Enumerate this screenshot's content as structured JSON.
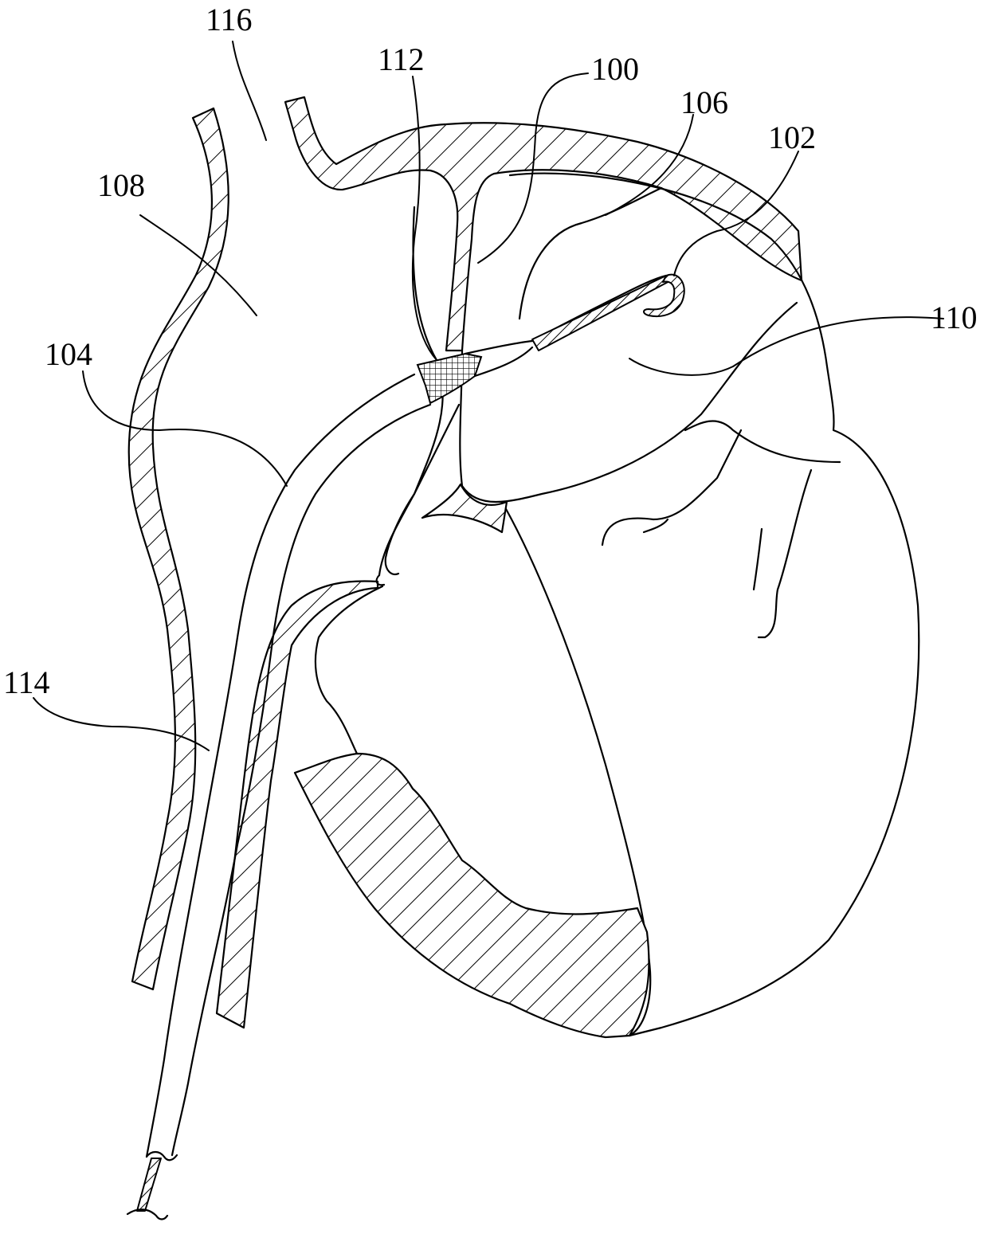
{
  "colors": {
    "ink": "#000000",
    "paper": "#ffffff"
  },
  "labels": {
    "l116": "116",
    "l112": "112",
    "l100": "100",
    "l106": "106",
    "l102": "102",
    "l108": "108",
    "l110": "110",
    "l104": "104",
    "l114": "114"
  }
}
